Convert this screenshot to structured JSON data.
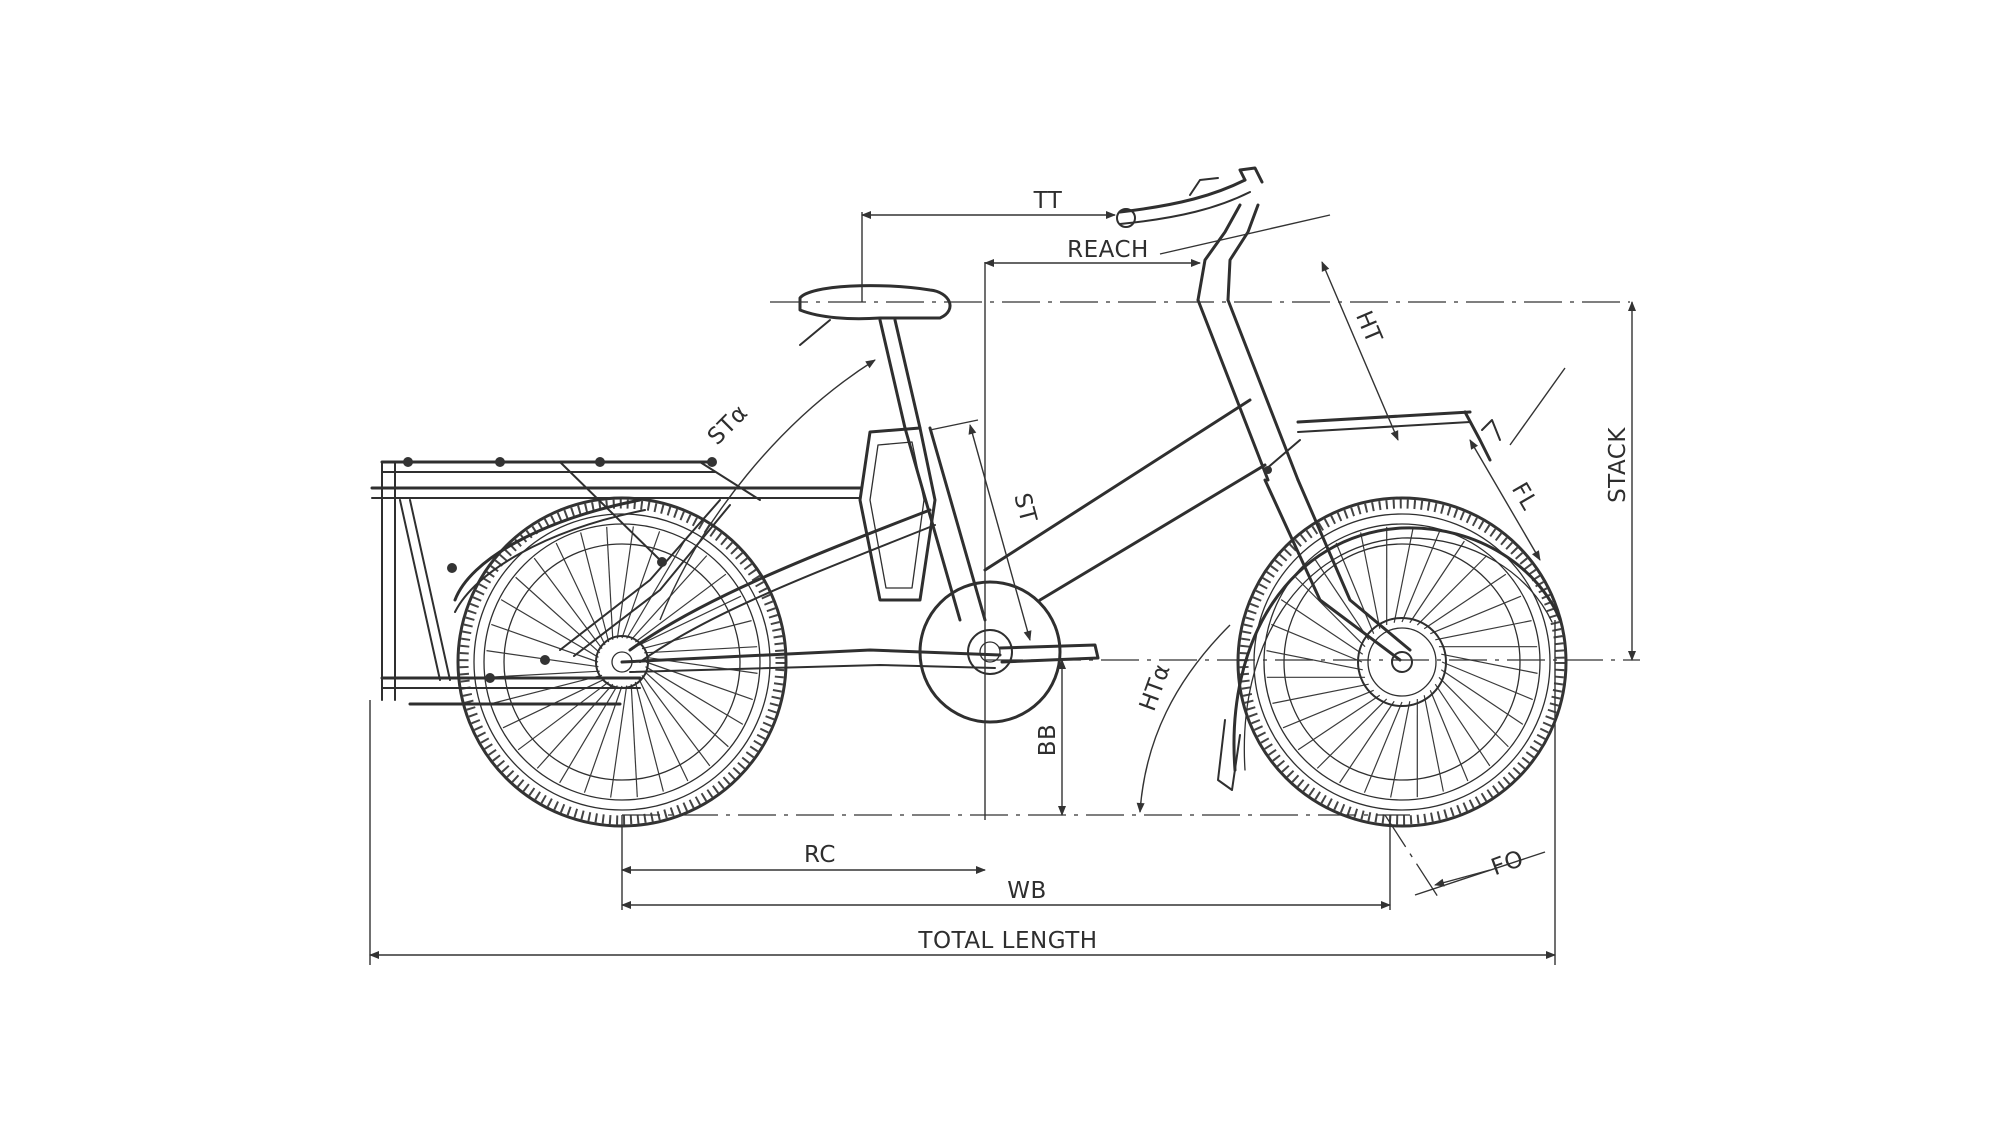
{
  "labels": {
    "tt": "TT",
    "reach": "REACH",
    "ht": "HT",
    "stack": "STACK",
    "sta": "STα",
    "st": "ST",
    "fl": "FL",
    "hta": "HTα",
    "bb": "BB",
    "rc": "RC",
    "wb": "WB",
    "fo": "FO",
    "total_length": "TOTAL LENGTH"
  },
  "colors": {
    "line": "#2f2f2f",
    "background": "#ffffff"
  }
}
